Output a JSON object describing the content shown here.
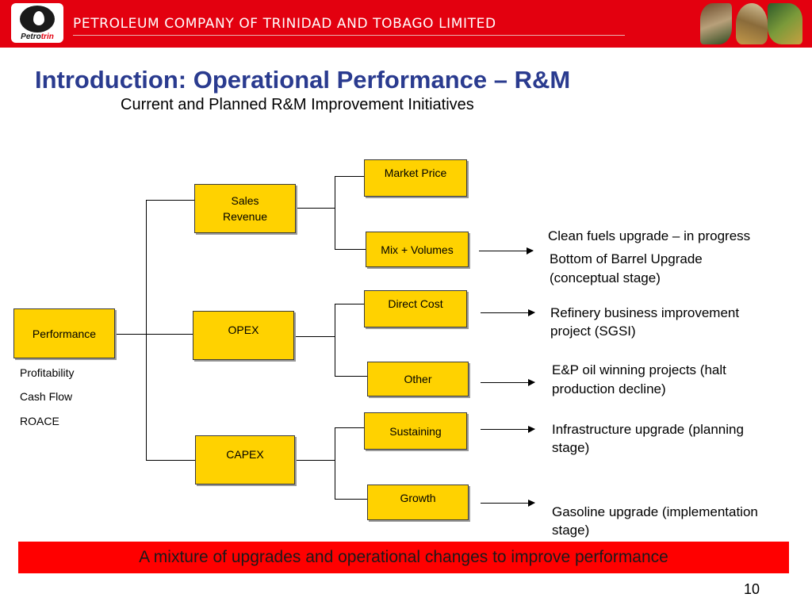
{
  "header": {
    "logo_text_black": "Petro",
    "logo_text_red": "trin",
    "company": "PETROLEUM COMPANY OF TRINIDAD AND TOBAGO LIMITED"
  },
  "title": "Introduction: Operational Performance – R&M",
  "subtitle": "Current and Planned R&M Improvement Initiatives",
  "tree": {
    "root": "Performance",
    "metrics": [
      "Profitability",
      "Cash Flow",
      "ROACE"
    ],
    "level1": [
      "Sales Revenue",
      "OPEX",
      "CAPEX"
    ],
    "level2": [
      "Market Price",
      "Mix + Volumes",
      "Direct Cost",
      "Other",
      "Sustaining",
      "Growth"
    ]
  },
  "initiatives": {
    "clean_fuels": "Clean fuels  upgrade – in progress",
    "bottom_barrel_1": "Bottom of Barrel Upgrade",
    "bottom_barrel_2": "(conceptual stage)",
    "refinery_1": "Refinery business improvement",
    "refinery_2": "project (SGSI)",
    "ep_1": "E&P oil winning projects (halt",
    "ep_2": "production decline)",
    "infra_1": "Infrastructure  upgrade (planning",
    "infra_2": "stage)",
    "gasoline_1": "Gasoline upgrade (implementation",
    "gasoline_2": "stage)"
  },
  "banner": "A mixture of upgrades and operational changes to improve performance",
  "page_number": "10",
  "colors": {
    "header_red": "#e3000f",
    "title_blue": "#2a3b8f",
    "box_yellow": "#ffd200",
    "banner_red": "#ff0000"
  }
}
